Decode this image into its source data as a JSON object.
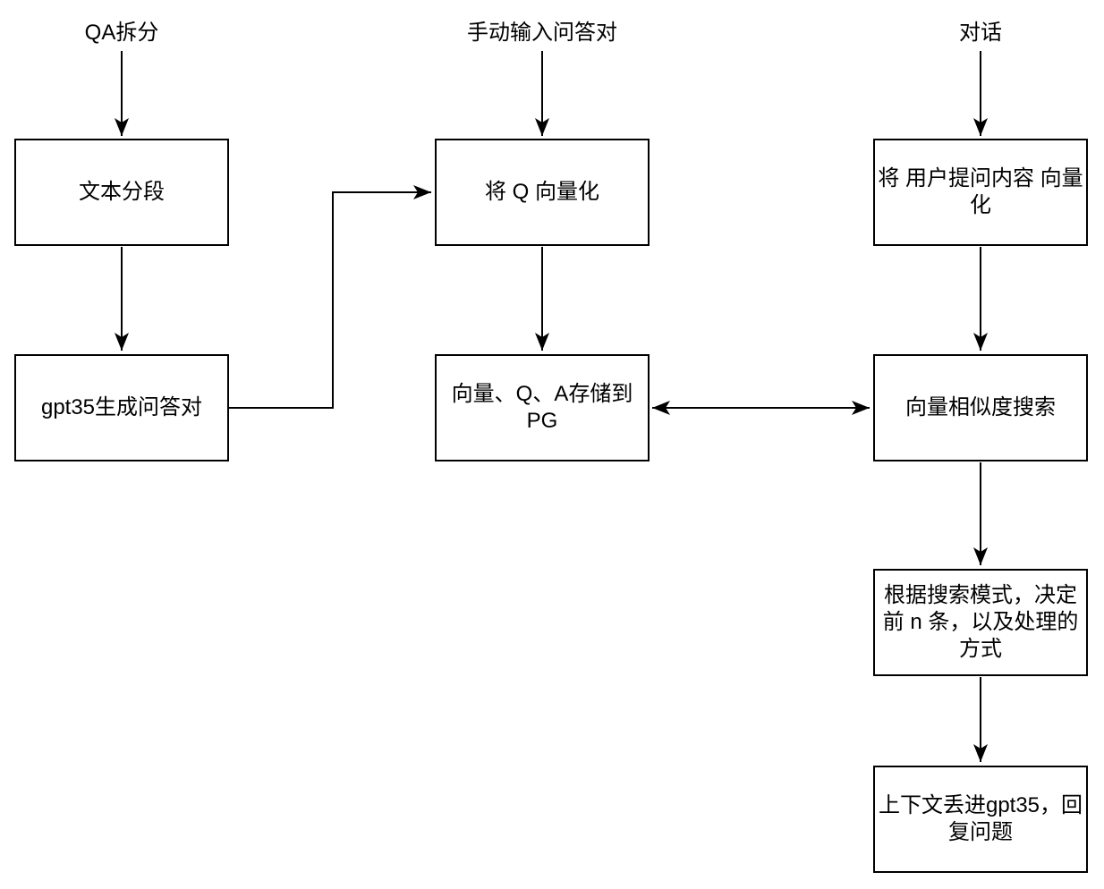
{
  "diagram": {
    "background_color": "#ffffff",
    "stroke_color": "#000000",
    "text_color": "#000000",
    "node_fill_color": "#ffffff",
    "entries": [
      {
        "id": "qa-split",
        "label": "QA拆分"
      },
      {
        "id": "manual-input",
        "label": "手动输入问答对"
      },
      {
        "id": "dialog",
        "label": "对话"
      }
    ],
    "nodes": [
      {
        "id": "text-segment",
        "label": "文本分段"
      },
      {
        "id": "gpt35-generate-qa",
        "label": "gpt35生成问答对"
      },
      {
        "id": "vectorize-q",
        "label": "将 Q 向量化"
      },
      {
        "id": "store-to-pg",
        "label": "向量、Q、A存储到\nPG"
      },
      {
        "id": "vectorize-user-question",
        "label": "将 用户提问内容 向量\n化"
      },
      {
        "id": "vector-similarity-search",
        "label": "向量相似度搜索"
      },
      {
        "id": "search-mode-decide",
        "label": "根据搜索模式，决定\n前 n 条，以及处理的\n方式"
      },
      {
        "id": "gpt35-answer",
        "label": "上下文丢进gpt35，回\n复问题"
      }
    ],
    "edges": [
      {
        "from": "qa-split",
        "to": "text-segment",
        "direction": "one-way"
      },
      {
        "from": "text-segment",
        "to": "gpt35-generate-qa",
        "direction": "one-way"
      },
      {
        "from": "manual-input",
        "to": "vectorize-q",
        "direction": "one-way"
      },
      {
        "from": "gpt35-generate-qa",
        "to": "vectorize-q",
        "direction": "one-way",
        "shape": "elbow"
      },
      {
        "from": "vectorize-q",
        "to": "store-to-pg",
        "direction": "one-way"
      },
      {
        "from": "dialog",
        "to": "vectorize-user-question",
        "direction": "one-way"
      },
      {
        "from": "vectorize-user-question",
        "to": "vector-similarity-search",
        "direction": "one-way"
      },
      {
        "from": "store-to-pg",
        "to": "vector-similarity-search",
        "direction": "bidirectional"
      },
      {
        "from": "vector-similarity-search",
        "to": "search-mode-decide",
        "direction": "one-way"
      },
      {
        "from": "search-mode-decide",
        "to": "gpt35-answer",
        "direction": "one-way"
      }
    ]
  }
}
